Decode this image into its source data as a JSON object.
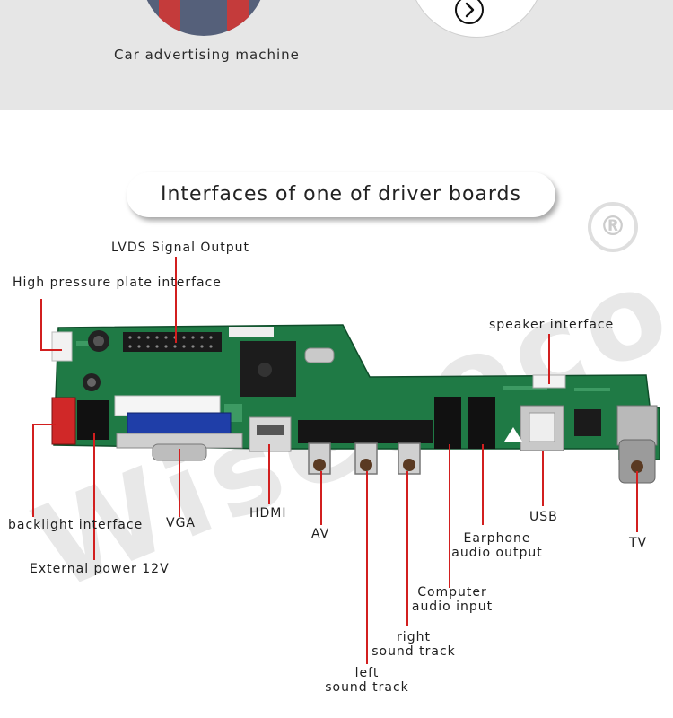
{
  "top": {
    "caption": "Car advertising machine"
  },
  "watermark": {
    "text": "Wisecoco",
    "reg_mark": "®"
  },
  "title": "Interfaces of one of driver boards",
  "labels": {
    "lvds": "LVDS Signal Output",
    "high_pressure": "High pressure plate interface",
    "speaker": "speaker interface",
    "backlight": "backlight interface",
    "vga": "VGA",
    "hdmi": "HDMI",
    "av": "AV",
    "usb": "USB",
    "tv": "TV",
    "earphone_1": "Earphone",
    "earphone_2": "audio output",
    "external_power": "External  power 12V",
    "computer_audio_1": "Computer",
    "computer_audio_2": "audio input",
    "right_track_1": "right",
    "right_track_2": "sound track",
    "left_track_1": "left",
    "left_track_2": "sound track"
  },
  "colors": {
    "leader": "#d21f1f",
    "pcb": "#1f7a45",
    "top_band": "#e6e6e6"
  }
}
